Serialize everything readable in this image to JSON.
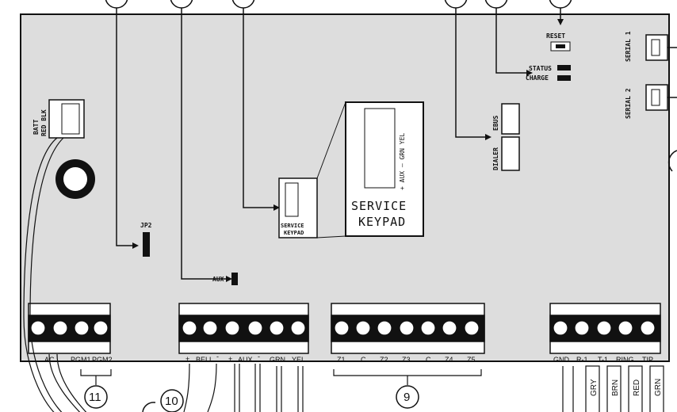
{
  "board": {
    "reset_label": "RESET",
    "status_label": "STATUS",
    "charge_label": "CHARGE",
    "serial1_label": "SERIAL 1",
    "serial2_label": "SERIAL 2",
    "ebus_label": "EBUS",
    "dialer_label": "DIALER",
    "batt_label": "BATT",
    "red_blk_label": "RED BLK",
    "jp2_label": "JP2",
    "aux_label": "AUX",
    "service_small_line1": "SERVICE",
    "service_small_line2": "KEYPAD",
    "service_big_line1": "SERVICE",
    "service_big_line2": "KEYPAD",
    "keypad_pins_label": "+ AUX –  GRN  YEL"
  },
  "terminals": {
    "ac": "AC",
    "pgm1": "PGM1",
    "pgm2": "PGM2",
    "bell_plus": "+",
    "bell": "BELL",
    "bell_minus": "-",
    "aux_plus": "+",
    "aux": "AUX",
    "aux_minus": "-",
    "grn": "GRN",
    "yel": "YEL",
    "z1": "Z1",
    "c1": "C",
    "z2": "Z2",
    "z3": "Z3",
    "c2": "C",
    "z4": "Z4",
    "z5": "Z5",
    "gnd": "GND",
    "r1": "R-1",
    "t1": "T-1",
    "ring": "RING",
    "tip": "TIP"
  },
  "wire_colors": [
    "GRY",
    "BRN",
    "RED",
    "GRN"
  ],
  "callouts": {
    "c9": "9",
    "c10": "10",
    "c11": "11"
  }
}
